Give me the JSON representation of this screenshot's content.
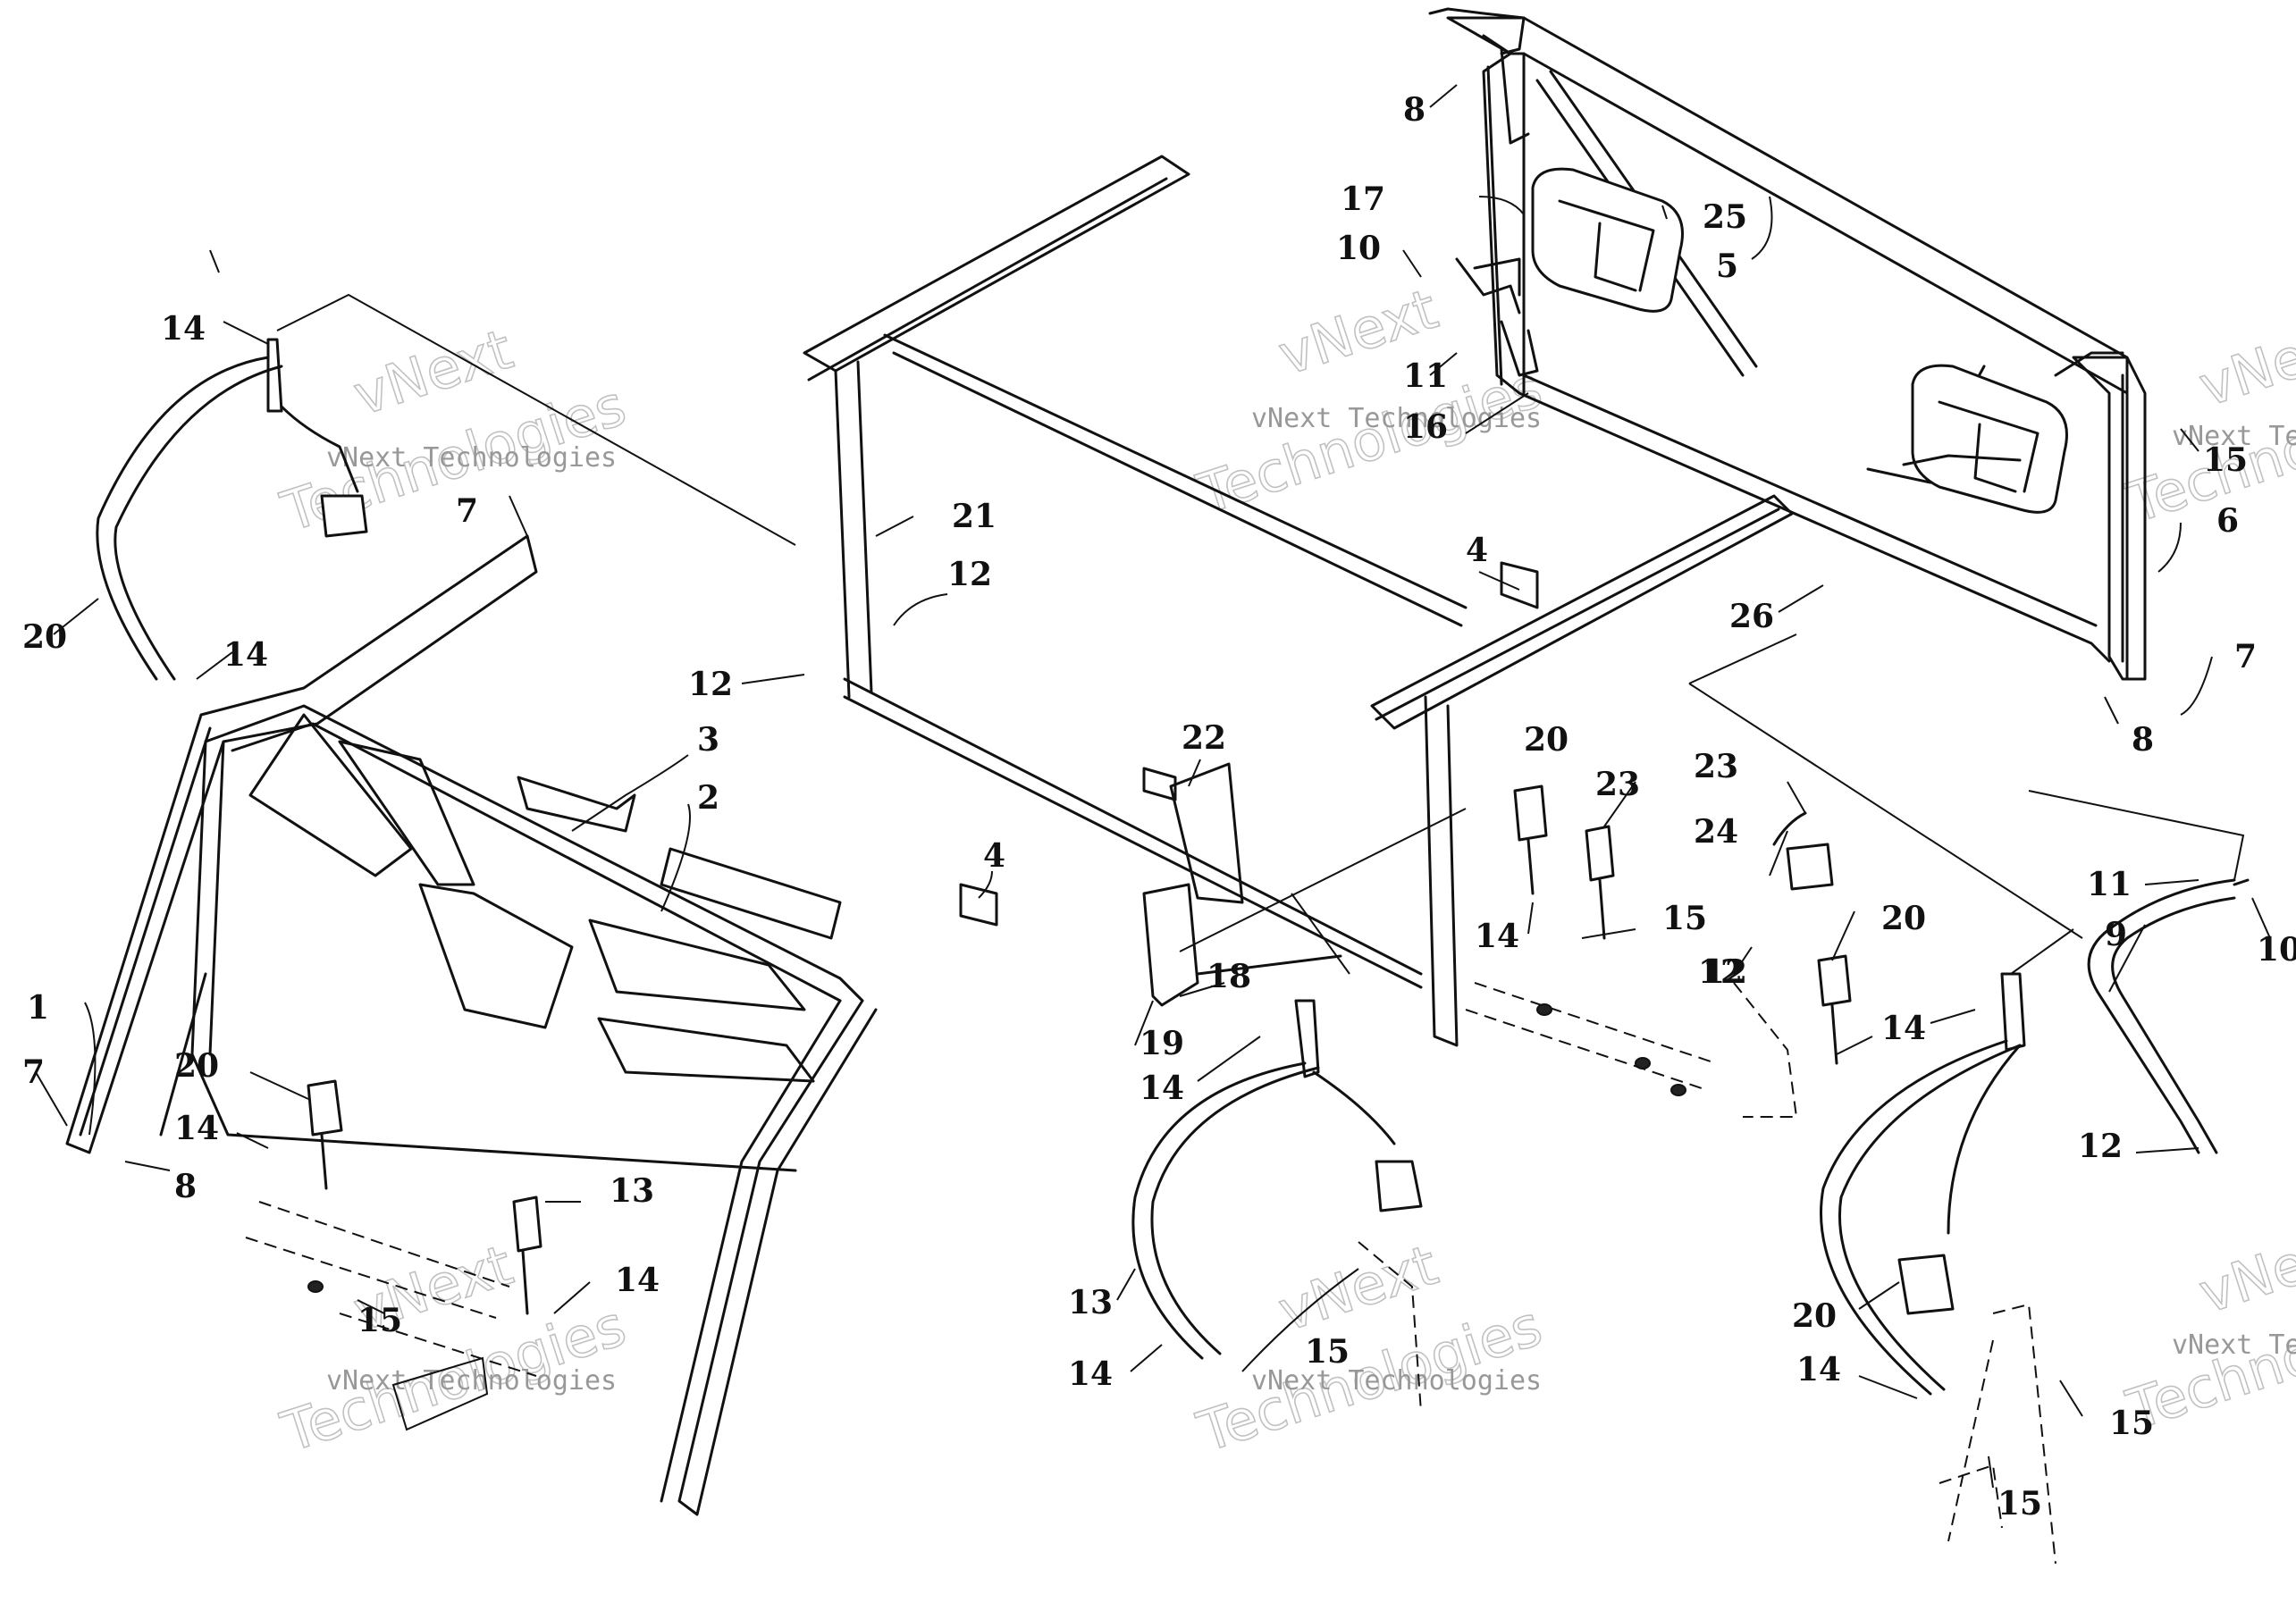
{
  "callouts": [
    {
      "label": "1"
    },
    {
      "label": "2"
    },
    {
      "label": "3"
    },
    {
      "label": "4"
    },
    {
      "label": "4"
    },
    {
      "label": "5"
    },
    {
      "label": "6"
    },
    {
      "label": "7"
    },
    {
      "label": "7"
    },
    {
      "label": "7"
    },
    {
      "label": "8"
    },
    {
      "label": "8"
    },
    {
      "label": "8"
    },
    {
      "label": "9"
    },
    {
      "label": "10"
    },
    {
      "label": "10"
    },
    {
      "label": "11"
    },
    {
      "label": "11"
    },
    {
      "label": "12"
    },
    {
      "label": "12"
    },
    {
      "label": "12"
    },
    {
      "label": "12"
    },
    {
      "label": "12"
    },
    {
      "label": "13"
    },
    {
      "label": "13"
    },
    {
      "label": "14"
    },
    {
      "label": "14"
    },
    {
      "label": "14"
    },
    {
      "label": "14"
    },
    {
      "label": "14"
    },
    {
      "label": "14"
    },
    {
      "label": "14"
    },
    {
      "label": "14"
    },
    {
      "label": "14"
    },
    {
      "label": "15"
    },
    {
      "label": "15"
    },
    {
      "label": "15"
    },
    {
      "label": "15"
    },
    {
      "label": "15"
    },
    {
      "label": "15"
    },
    {
      "label": "16"
    },
    {
      "label": "17"
    },
    {
      "label": "18"
    },
    {
      "label": "19"
    },
    {
      "label": "20"
    },
    {
      "label": "20"
    },
    {
      "label": "20"
    },
    {
      "label": "20"
    },
    {
      "label": "20"
    },
    {
      "label": "21"
    },
    {
      "label": "22"
    },
    {
      "label": "23"
    },
    {
      "label": "23"
    },
    {
      "label": "24"
    },
    {
      "label": "25"
    },
    {
      "label": "26"
    }
  ],
  "watermark": {
    "company": "vNext Technologies",
    "word_top": "vNext",
    "word_bottom": "Technologies"
  }
}
